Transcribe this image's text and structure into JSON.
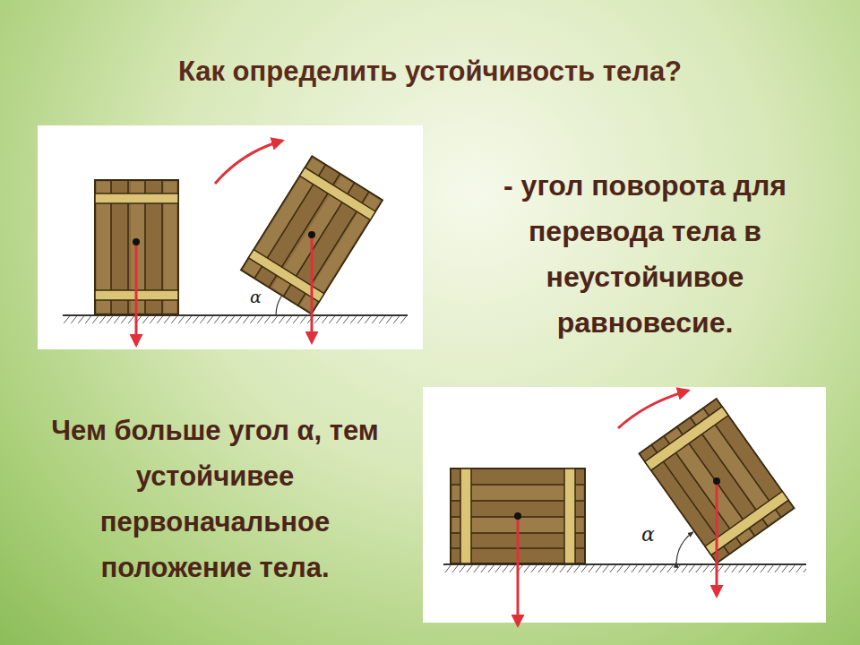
{
  "diagram": {
    "title": "Как определить устойчивость тела?",
    "labels": [
      "- угол поворота для перевода тела в неустойчивое равновесие.",
      "α",
      "Чем больше угол α, тем устойчивее первоначальное положение тела.",
      "α"
    ]
  }
}
